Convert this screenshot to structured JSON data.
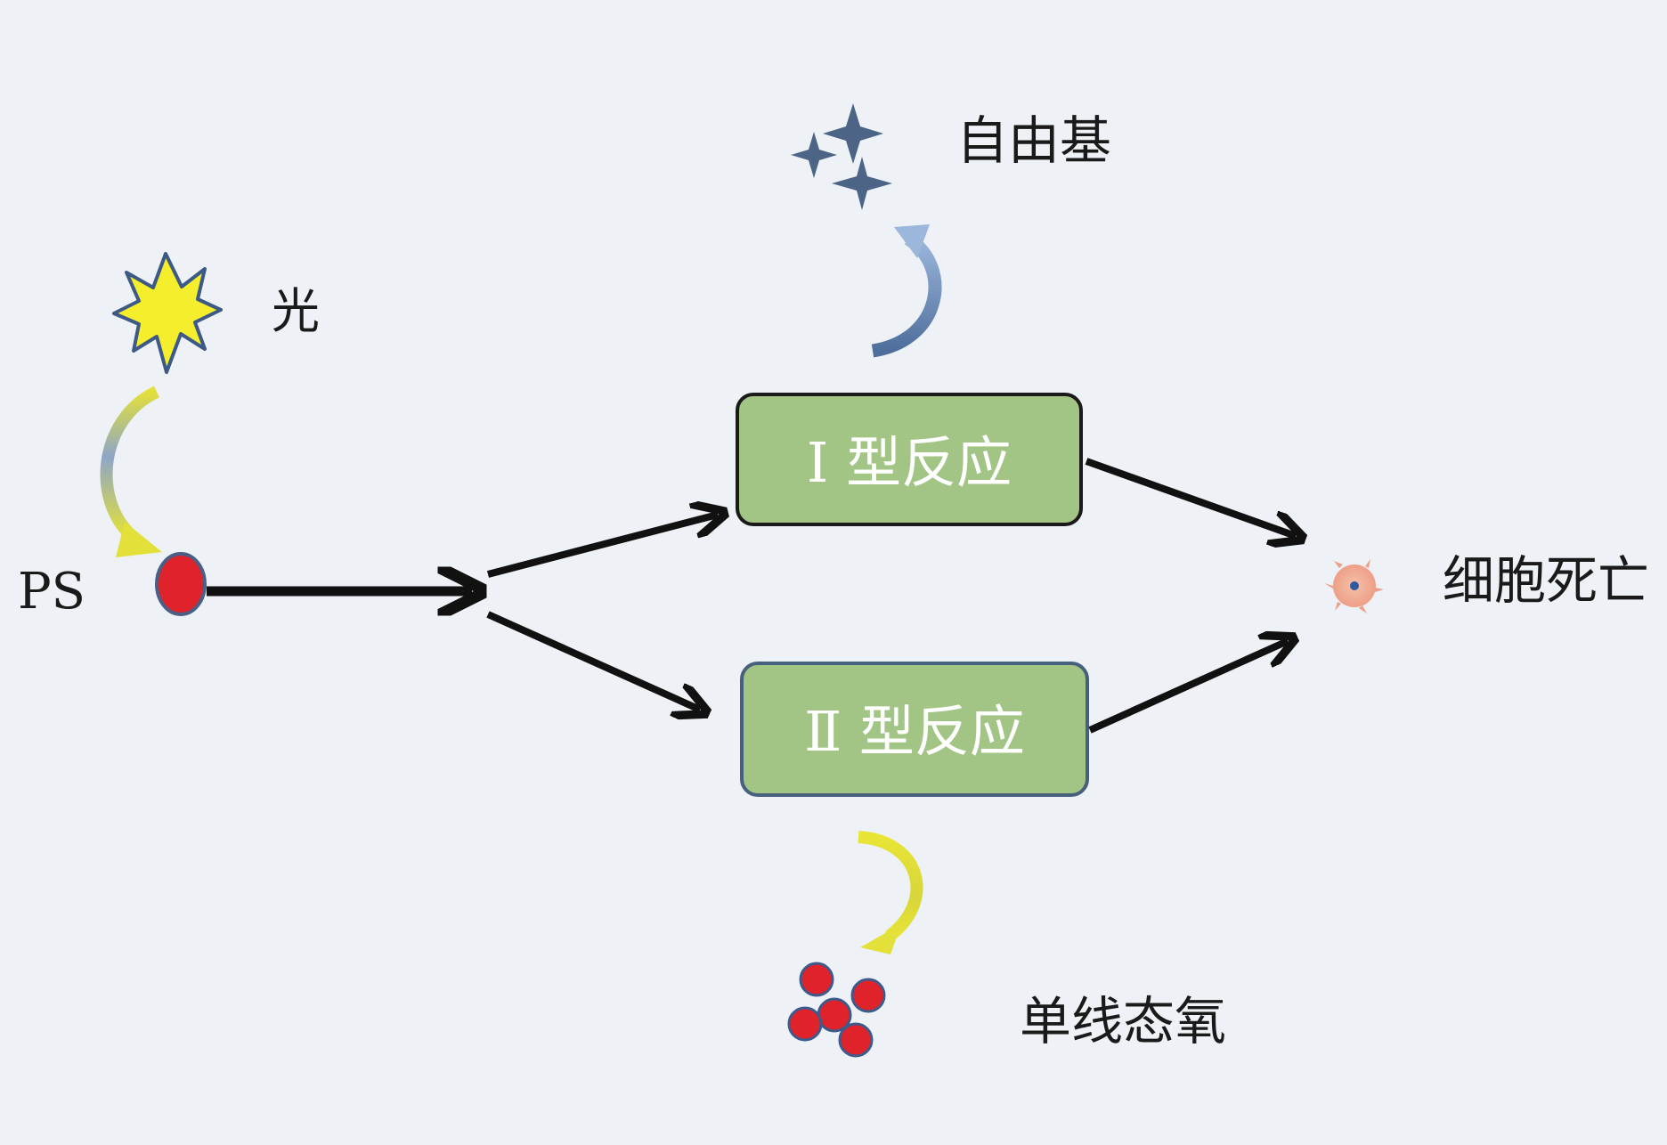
{
  "labels": {
    "light": "光",
    "ps": "PS",
    "free_radical": "自由基",
    "type1": "Ⅰ 型反应",
    "type2": "Ⅱ 型反应",
    "cell_death": "细胞死亡",
    "singlet_oxygen": "单线态氧"
  },
  "colors": {
    "background": "#eef1f5",
    "box_fill": "#a2c585",
    "box_stroke_top": "#1a1a1a",
    "box_stroke_bottom": "#47607d",
    "arrow": "#111111",
    "ps_dot": "#e0232a",
    "ps_dot_stroke": "#4a5f86",
    "sun_fill": "#f5ee2c",
    "sun_stroke": "#3d5a86",
    "star": "#4c6587",
    "curve_blue": "#6f90bd",
    "curve_yellow": "#e3e03a",
    "oxygen": "#e0232a",
    "cell": "#f2b09a",
    "cell_core": "#2f5aa0"
  },
  "icons": [
    "sun-icon",
    "free-radical-stars-icon",
    "ps-molecule-icon",
    "singlet-oxygen-cluster-icon",
    "dying-cell-icon"
  ]
}
